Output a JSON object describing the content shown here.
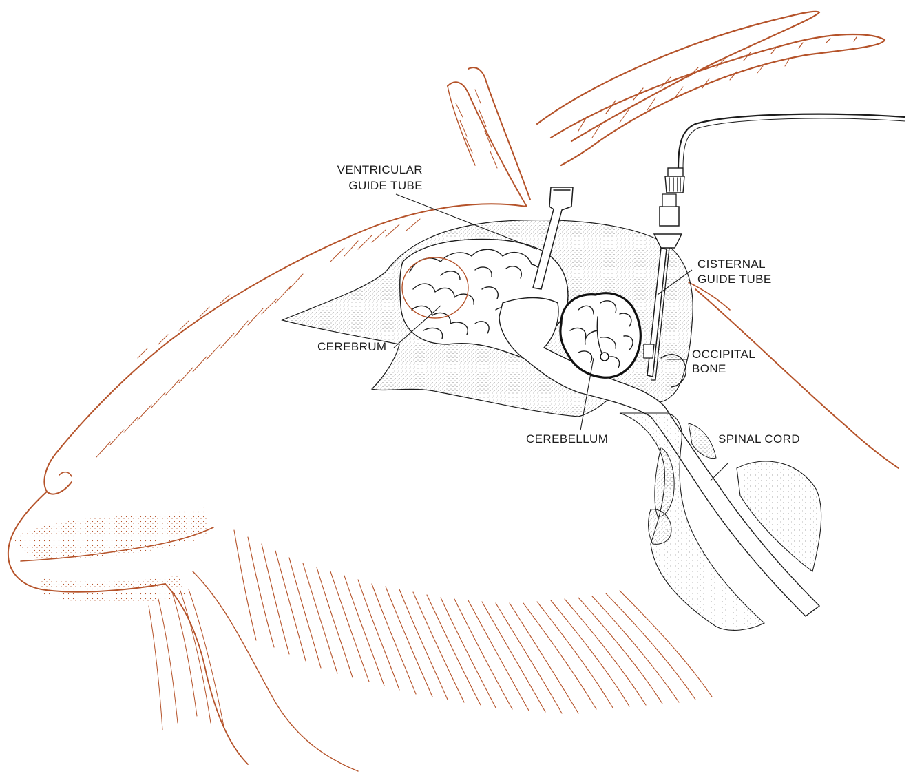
{
  "colors": {
    "outline": "#b5532a",
    "anatomy": "#1c1c1c",
    "stipple": "#7a7a7a",
    "background": "#ffffff"
  },
  "labels": {
    "ventricular_guide_tube": [
      "VENTRICULAR",
      "GUIDE TUBE"
    ],
    "cisternal_guide_tube": [
      "CISTERNAL",
      "GUIDE TUBE"
    ],
    "cerebrum": "CEREBRUM",
    "occipital_bone": [
      "OCCIPITAL",
      "BONE"
    ],
    "cerebellum": "CEREBELLUM",
    "spinal_cord": "SPINAL CORD"
  }
}
